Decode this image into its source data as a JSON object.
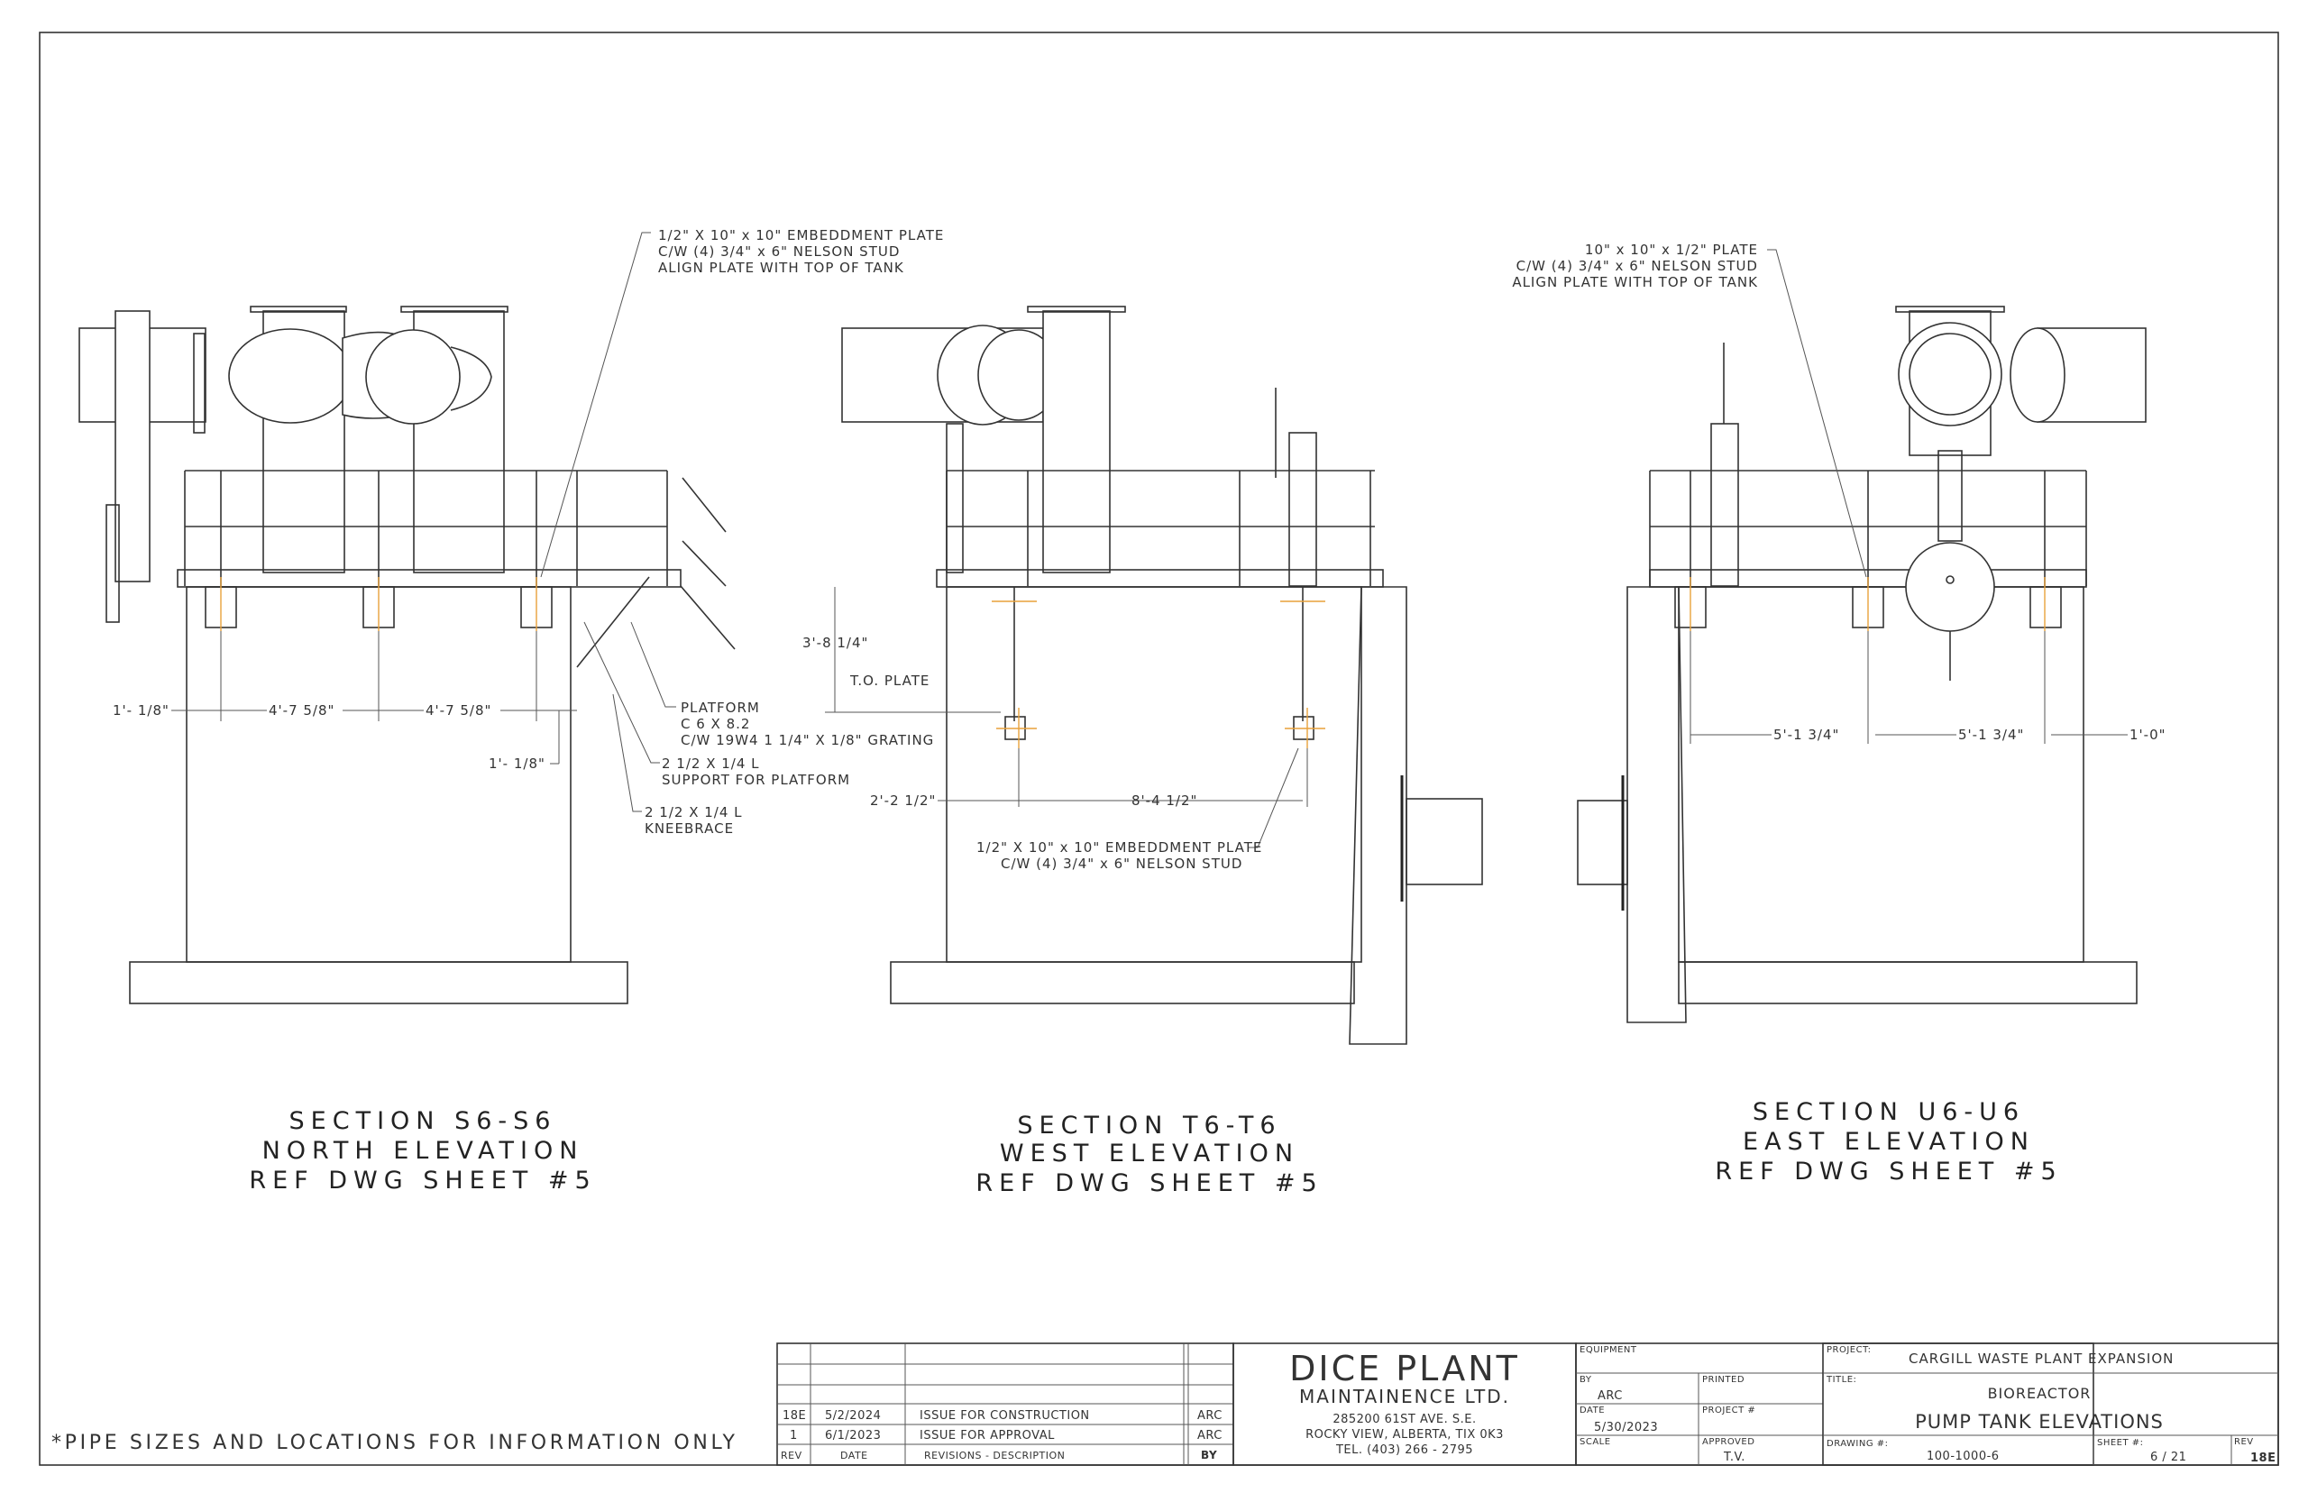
{
  "sections": [
    {
      "title": [
        "SECTION S6-S6",
        "NORTH ELEVATION",
        "REF DWG SHEET #5"
      ],
      "dims": [
        "1'- 1/8\"",
        "4'-7 5/8\"",
        "4'-7 5/8\"",
        "1'- 1/8\""
      ],
      "notes": {
        "embedment": [
          "1/2\" X 10\" x 10\" EMBEDDMENT PLATE",
          "C/W (4) 3/4\" x 6\" NELSON STUD",
          "ALIGN PLATE WITH TOP OF TANK"
        ],
        "platform": [
          "PLATFORM",
          "C 6 X 8.2",
          "C/W 19W4 1 1/4\" X 1/8\" GRATING"
        ],
        "support": [
          "2 1/2 X 1/4 L",
          "SUPPORT FOR PLATFORM"
        ],
        "kneebrace": [
          "2 1/2 X 1/4 L",
          "KNEEBRACE"
        ]
      }
    },
    {
      "title": [
        "SECTION T6-T6",
        "WEST ELEVATION",
        "REF DWG SHEET #5"
      ],
      "dims": [
        "3'-8 1/4\"",
        "T.O. PLATE",
        "2'-2 1/2\"",
        "8'-4 1/2\""
      ],
      "notes": {
        "embedment": [
          "1/2\" X 10\" x 10\" EMBEDDMENT PLATE",
          "C/W (4) 3/4\" x 6\" NELSON STUD"
        ]
      }
    },
    {
      "title": [
        "SECTION U6-U6",
        "EAST ELEVATION",
        "REF DWG SHEET #5"
      ],
      "dims": [
        "5'-1 3/4\"",
        "5'-1 3/4\"",
        "1'-0\""
      ],
      "notes": {
        "embedment": [
          "10\" x 10\" x 1/2\" PLATE",
          "C/W (4) 3/4\" x 6\" NELSON STUD",
          "ALIGN PLATE WITH TOP OF TANK"
        ]
      }
    }
  ],
  "footnote": "*PIPE SIZES AND LOCATIONS FOR INFORMATION ONLY",
  "revisions": {
    "rows": [
      {
        "rev": "18E",
        "date": "5/2/2024",
        "desc": "ISSUE FOR CONSTRUCTION",
        "by": "ARC"
      },
      {
        "rev": "1",
        "date": "6/1/2023",
        "desc": "ISSUE FOR APPROVAL",
        "by": "ARC"
      }
    ],
    "headers": {
      "rev": "REV",
      "date": "DATE",
      "desc": "REVISIONS - DESCRIPTION",
      "by": "BY"
    }
  },
  "company": {
    "name": "DICE PLANT",
    "sub": "MAINTAINENCE LTD.",
    "address1": "285200 61ST AVE. S.E.",
    "address2": "ROCKY VIEW, ALBERTA, TIX 0K3",
    "phone": "TEL. (403) 266 - 2795"
  },
  "titleblock": {
    "equipment_label": "EQUIPMENT",
    "by_label": "BY",
    "by": "ARC",
    "printed_label": "PRINTED",
    "date_label": "DATE",
    "date": "5/30/2023",
    "project_num_label": "PROJECT #",
    "scale_label": "SCALE",
    "approved_label": "APPROVED",
    "approved": "T.V.",
    "project_label": "PROJECT:",
    "project": "CARGILL WASTE PLANT EXPANSION",
    "title_label": "TITLE:",
    "title1": "BIOREACTOR",
    "title2": "PUMP TANK ELEVATIONS",
    "drawing_label": "DRAWING #:",
    "drawing": "100-1000-6",
    "sheet_label": "SHEET #:",
    "sheet": "6 / 21",
    "rev_label": "REV",
    "rev": "18E"
  }
}
